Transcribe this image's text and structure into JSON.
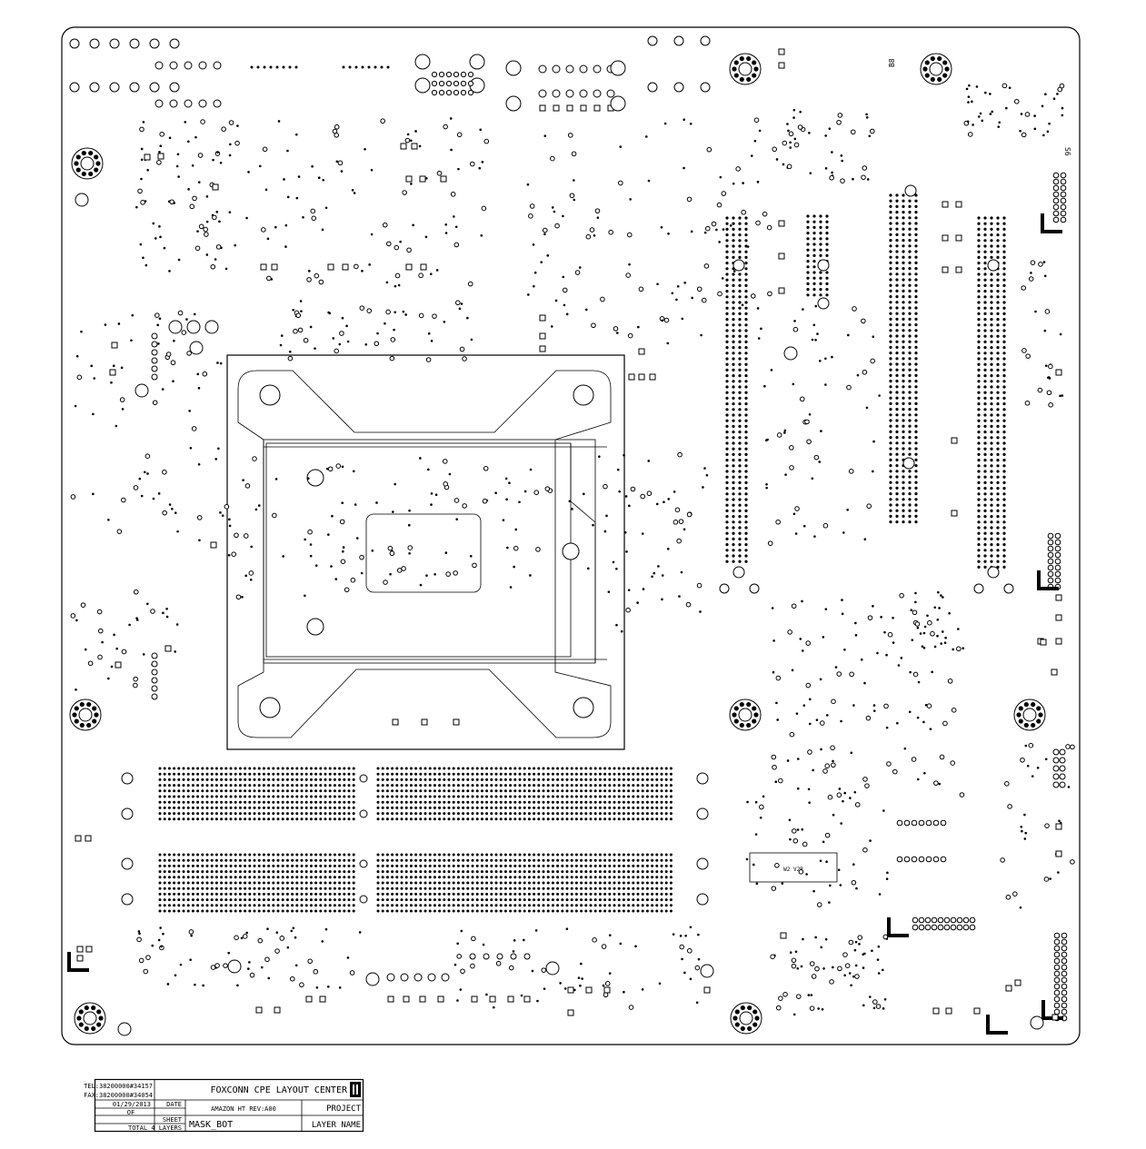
{
  "title_block": {
    "company": "FOXCONN CPE LAYOUT CENTER",
    "tel": "TEL:38200000#34157",
    "fax": "FAX:38200000#34054",
    "project_label": "PROJECT",
    "project_value": "AMAZON HT  REV:A00",
    "layer_label": "LAYER NAME",
    "layer_value": "MASK_BOT",
    "date_label": "DATE",
    "date_value": "01/29/2013",
    "sheet_label": "SHEET",
    "of_label": "OF",
    "total_label": "TOTAL 4 LAYERS"
  },
  "markings": {
    "chip_label": "W2 V2R",
    "mark_b": "B8",
    "mark_s": "S6"
  }
}
